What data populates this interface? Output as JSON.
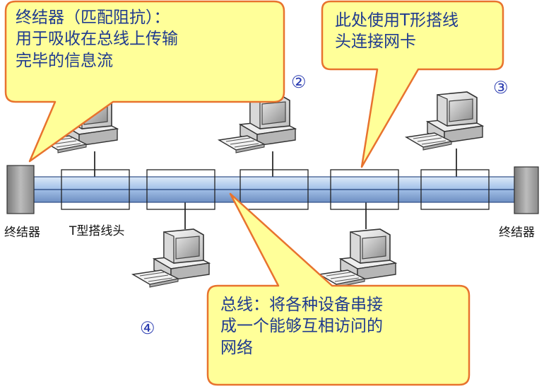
{
  "callouts": {
    "terminator_note": "终结器（匹配阻抗）：\n用于吸收在总线上传输\n完毕的信息流",
    "t_connector_note": "此处使用T形搭线\n头连接网卡",
    "bus_note": "总线：将各种设备串接\n成一个能够互相访问的\n网络"
  },
  "labels": {
    "terminator_left": "终结器",
    "terminator_right": "终结器",
    "t_connector": "T型搭线头"
  },
  "markers": {
    "n2": "②",
    "n3": "③",
    "n4": "④"
  },
  "colors": {
    "callout_fill": "#ffff99",
    "callout_stroke": "#e8732e",
    "text_blue": "#1f3a8f",
    "bus_fill": "#a9c6ea",
    "terminator": "#9a9a9a"
  }
}
